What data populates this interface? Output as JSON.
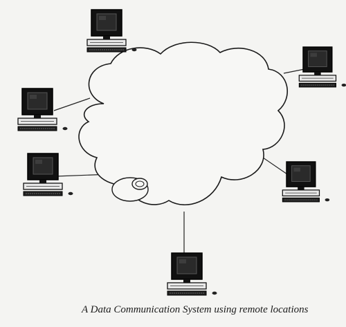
{
  "caption": "A Data Communication System using remote locations",
  "network": {
    "cloud": "network-cloud",
    "nodes": [
      {
        "id": "computer-top"
      },
      {
        "id": "computer-right-upper"
      },
      {
        "id": "computer-left-upper"
      },
      {
        "id": "computer-left-lower"
      },
      {
        "id": "computer-right-lower"
      },
      {
        "id": "computer-bottom"
      }
    ]
  }
}
